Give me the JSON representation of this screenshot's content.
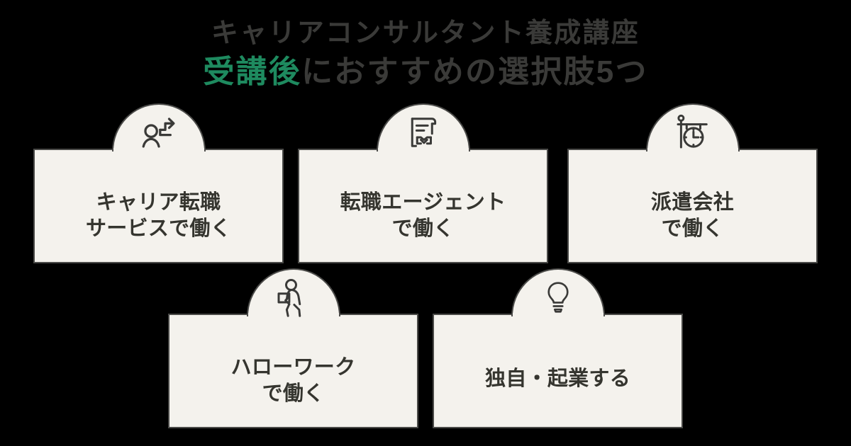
{
  "title": {
    "line1": "キャリアコンサルタント養成講座",
    "line2_accent": "受講後",
    "line2_rest": "におすすめの選択肢5つ",
    "accent_color": "#1E8A5F",
    "text_color": "#3A3A38"
  },
  "theme": {
    "background": "#000000",
    "card_background": "#F4F2ED",
    "card_border": "#4A4A48",
    "icon_color": "#3A3A38"
  },
  "cards": [
    {
      "id": "career-change-service",
      "label": "キャリア転職\nサービスで働く",
      "icon": "person-career-path-icon"
    },
    {
      "id": "recruitment-agent",
      "label": "転職エージェント\nで働く",
      "icon": "document-handshake-icon"
    },
    {
      "id": "staffing-company",
      "label": "派遣会社\nで働く",
      "icon": "signpost-clock-icon"
    },
    {
      "id": "hello-work",
      "label": "ハローワーク\nで働く",
      "icon": "worker-carrying-box-icon"
    },
    {
      "id": "independent-startup",
      "label": "独自・起業する",
      "icon": "lightbulb-icon"
    }
  ]
}
